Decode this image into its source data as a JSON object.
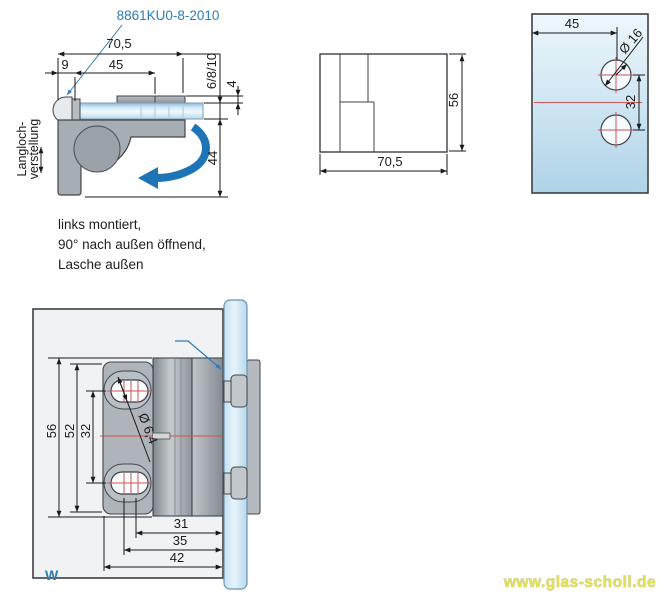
{
  "title_part_number": "8861KU0-8-2010",
  "colors": {
    "accent_blue": "#2d7cb5",
    "dimension_black": "#1a1a1a",
    "centerline_red": "#cc5555",
    "watermark_yellow": "#e2e24e",
    "glass_blue_light": "#dff0f9",
    "metal_gray": "#a6adb3"
  },
  "side_view": {
    "dim_total_width": "70,5",
    "dim_pivot_offset": "9",
    "dim_screw_center": "45",
    "dim_glass_thickness": "6/8/10",
    "dim_tab_offset": "4",
    "dim_body_height": "44",
    "slot_adjust_line1": "Langloch-",
    "slot_adjust_line2": "verstellung"
  },
  "note": {
    "line1": "links montiert,",
    "line2": "90° nach außen öffnend,",
    "line3": "Lasche außen"
  },
  "top_view": {
    "dim_width": "70,5",
    "dim_height": "56"
  },
  "plate_view": {
    "dim_hole_offset": "45",
    "dim_hole_diameter": "Ø 16",
    "dim_hole_spacing": "32"
  },
  "front_view": {
    "dim_body_height": "56",
    "dim_plate_height": "52",
    "dim_slot_spacing": "32",
    "dim_slot_diameter": "Ø 6,4",
    "dim_inner_width": "31",
    "dim_mid_width": "35",
    "dim_outer_width": "42",
    "wall_label": "W"
  },
  "watermark": "www.glas-scholl.de"
}
